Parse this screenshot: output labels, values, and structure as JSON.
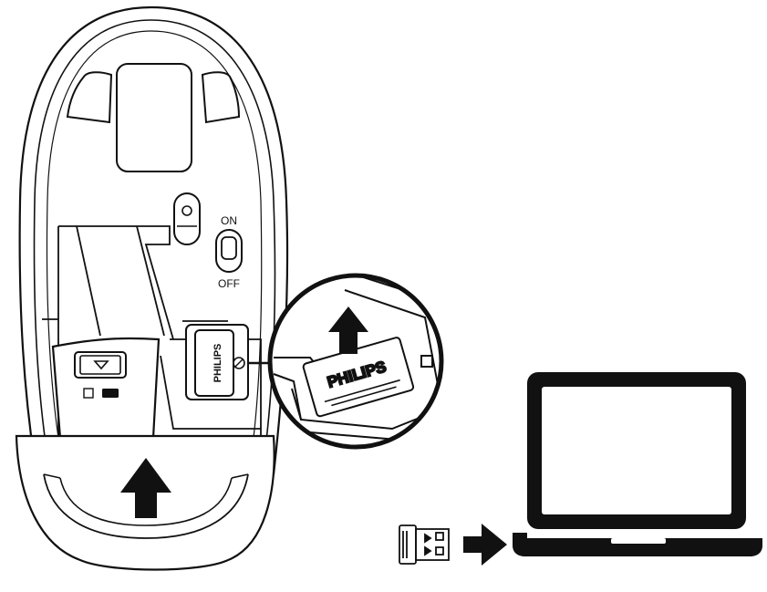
{
  "switch": {
    "on_label": "ON",
    "off_label": "OFF"
  },
  "receiver": {
    "brand": "PHILIPS"
  },
  "zoom": {
    "brand": "PHILIPS"
  },
  "colors": {
    "line": "#111111",
    "fill": "#ffffff",
    "shade": "#f2f2f2"
  },
  "icons": [
    "mouse-outline",
    "battery-door-release",
    "power-switch",
    "usb-nano-receiver",
    "magnifier-circle",
    "arrow-up-icon",
    "arrow-right-icon",
    "laptop"
  ]
}
